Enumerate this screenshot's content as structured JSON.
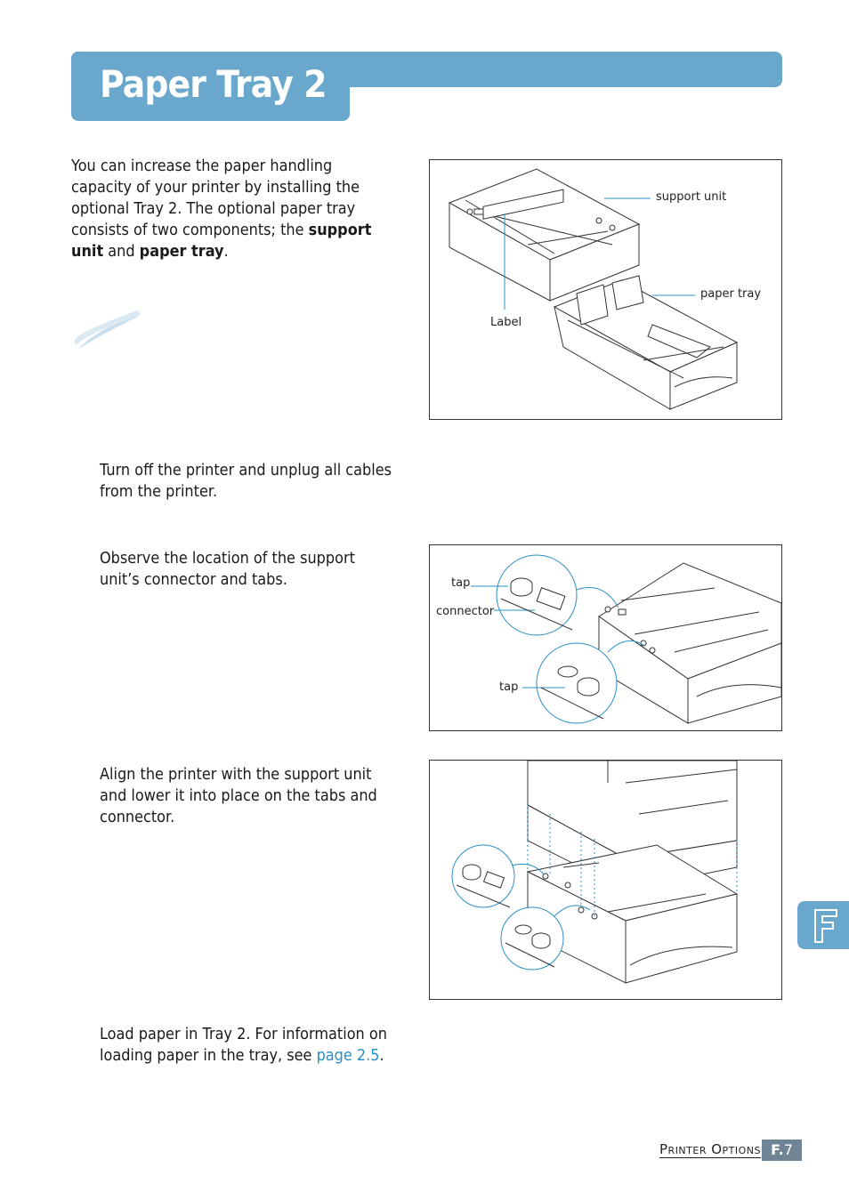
{
  "header": {
    "title": "Paper Tray 2"
  },
  "intro": {
    "part1": "You can increase the paper handling capacity of your printer by installing the optional Tray 2. The optional paper tray consists of two components; the ",
    "bold1": "support unit",
    "part2": " and ",
    "bold2": "paper tray",
    "part3": "."
  },
  "steps": [
    {
      "text": "Turn off the printer and unplug all cables from the printer."
    },
    {
      "text": "Observe the location of the support unit’s connector and tabs."
    },
    {
      "text": "Align the printer with the support unit and lower it into place on the tabs and connector."
    },
    {
      "text_before": "Load paper in Tray 2. For information on loading paper in the tray, see ",
      "link": "page 2.5",
      "text_after": "."
    }
  ],
  "figures": {
    "fig1": {
      "support_unit": "support unit",
      "paper_tray": "paper tray",
      "label": "Label"
    },
    "fig2": {
      "tap_top": "tap",
      "connector": "connector",
      "tap_bottom": "tap"
    }
  },
  "footer": {
    "section": "Printer Options",
    "page_prefix": "F.",
    "page_num": "7"
  },
  "chapter_tab": {
    "letter": "F"
  },
  "colors": {
    "accent": "#69a8cc",
    "link": "#2a8fc4",
    "badge": "#6f8596"
  }
}
